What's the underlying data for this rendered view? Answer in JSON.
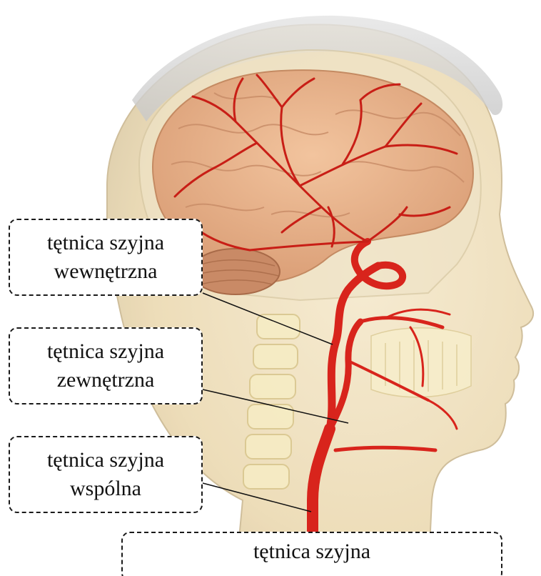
{
  "labels": {
    "internal": {
      "line1": "tętnica szyjna",
      "line2": "wewnętrzna"
    },
    "external": {
      "line1": "tętnica szyjna",
      "line2": "zewnętrzna"
    },
    "common": {
      "line1": "tętnica szyjna",
      "line2": "wspólna"
    },
    "title": "tętnica szyjna"
  },
  "colors": {
    "artery": "#d8241c",
    "brain": "#e8b48a",
    "skin": "#ecdcae",
    "bone": "#f3e7b8",
    "leader": "#111111"
  }
}
